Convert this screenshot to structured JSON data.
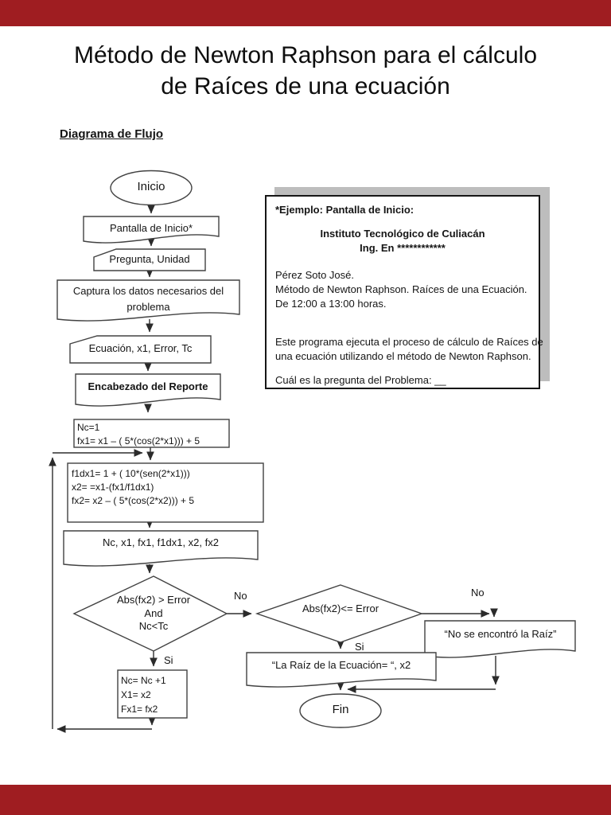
{
  "page": {
    "top_bar_color": "#9f1d21",
    "bottom_bar_color": "#9f1d21",
    "background": "#ffffff"
  },
  "title": {
    "line1": "Método de Newton Raphson para el cálculo",
    "line2": "de Raíces de una ecuación"
  },
  "section_heading": "Diagrama de Flujo",
  "flowchart": {
    "nodes": {
      "inicio": {
        "label": "Inicio",
        "shape": "terminator"
      },
      "pantalla_inicio": {
        "label": "Pantalla de Inicio*",
        "shape": "document"
      },
      "pregunta": {
        "label": "Pregunta, Unidad",
        "shape": "card"
      },
      "captura": {
        "lines": [
          "Captura los datos necesarios del",
          "problema"
        ],
        "shape": "document"
      },
      "entrada_datos": {
        "label": "Ecuación, x1,  Error,  Tc",
        "shape": "card"
      },
      "encabezado": {
        "label": "Encabezado del Reporte",
        "shape": "document"
      },
      "inicializa": {
        "lines": [
          "Nc=1",
          "fx1=  x1  – ( 5*(cos(2*x1))) + 5"
        ],
        "shape": "process"
      },
      "calcula": {
        "lines": [
          "f1dx1=  1 + ( 10*(sen(2*x1)))",
          "x2= =x1-(fx1/f1dx1)",
          "fx2=  x2  – ( 5*(cos(2*x2))) + 5"
        ],
        "shape": "process"
      },
      "imprime_valores": {
        "label": "Nc,  x1, fx1,  f1dx1,  x2,  fx2",
        "shape": "document"
      },
      "decision_continuar": {
        "lines": [
          "Abs(fx2) > Error",
          "And",
          "Nc<Tc"
        ],
        "shape": "decision"
      },
      "decision_raiz": {
        "label": "Abs(fx2)<= Error",
        "shape": "decision"
      },
      "no_raiz": {
        "label": "“No se encontró la Raíz”",
        "shape": "document"
      },
      "raiz": {
        "label": "“La Raíz de la Ecuación= “, x2",
        "shape": "document"
      },
      "incrementa": {
        "lines": [
          "Nc= Nc +1",
          "X1= x2",
          "Fx1= fx2"
        ],
        "shape": "process"
      },
      "fin": {
        "label": "Fin",
        "shape": "terminator"
      }
    },
    "branch_labels": {
      "decision_continuar_no": "No",
      "decision_continuar_si": "Si",
      "decision_raiz_no": "No",
      "decision_raiz_si": "Si"
    },
    "edges": [
      "inicio -> pantalla_inicio",
      "pantalla_inicio -> pregunta",
      "pregunta -> captura",
      "captura -> entrada_datos",
      "entrada_datos -> encabezado",
      "encabezado -> inicializa",
      "inicializa -> calcula",
      "calcula -> imprime_valores",
      "imprime_valores -> decision_continuar",
      "decision_continuar -Si-> incrementa",
      "incrementa -> calcula (lazo de retorno)",
      "decision_continuar -No-> decision_raiz",
      "decision_raiz -Si-> raiz",
      "decision_raiz -No-> no_raiz",
      "raiz -> fin",
      "no_raiz -> fin"
    ]
  },
  "example_panel": {
    "heading": "*Ejemplo: Pantalla de Inicio:",
    "center_lines": [
      "Instituto Tecnológico de Culiacán",
      "Ing. En ************"
    ],
    "body_lines": [
      "Pérez Soto José.",
      "Método de Newton Raphson. Raíces de una Ecuación.",
      "De 12:00 a 13:00 horas."
    ],
    "body2_lines": [
      "Este programa ejecuta el proceso de cálculo de Raíces de",
      " una ecuación utilizando el método de Newton Raphson."
    ],
    "prompt_line": "Cuál es la pregunta del Problema: __"
  }
}
